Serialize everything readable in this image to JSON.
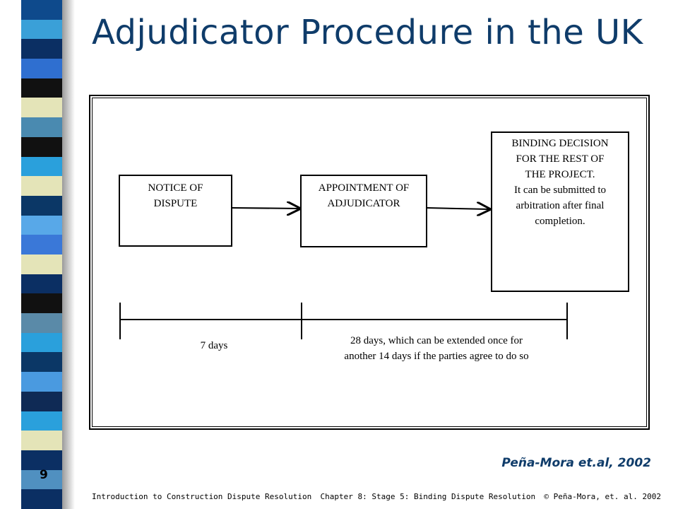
{
  "slide": {
    "title": "Adjudicator Procedure in the UK",
    "number": "9",
    "citation": "Peña-Mora et.al, 2002"
  },
  "diagram": {
    "box1": {
      "lines": [
        "NOTICE OF",
        "DISPUTE"
      ]
    },
    "box2": {
      "lines": [
        "APPOINTMENT OF",
        "ADJUDICATOR"
      ]
    },
    "box3": {
      "lines": [
        "BINDING DECISION",
        "FOR THE REST OF",
        "THE PROJECT.",
        "It can be submitted to",
        "arbitration after final",
        "completion."
      ]
    },
    "timeline": {
      "label1": "7 days",
      "label2_line1": "28 days, which can be extended once for",
      "label2_line2": "another 14 days if the parties agree to do so"
    }
  },
  "footer": {
    "course": "Introduction to Construction Dispute Resolution",
    "chapter": "Chapter 8: Stage 5: Binding Dispute Resolution",
    "copyright": "© Peña-Mora, et. al. 2002"
  },
  "colors": {
    "title": "#0f3c6a",
    "stripes": [
      "#0e4a8c",
      "#3aa0d8",
      "#0b2f63",
      "#2f6fd0",
      "#111111",
      "#e4e4b8",
      "#4a8ab0",
      "#111111",
      "#2aa0dc",
      "#e4e4b8",
      "#0b3766",
      "#58a8e8",
      "#3a78d8",
      "#e4e4b8",
      "#0b2f63",
      "#111111",
      "#5a8aa8",
      "#2aa0dc",
      "#0b3766",
      "#4a9ae0",
      "#0f2a55",
      "#2aa0dc",
      "#e4e4b8",
      "#0b2f63",
      "#5090c0",
      "#0b2f63"
    ]
  }
}
